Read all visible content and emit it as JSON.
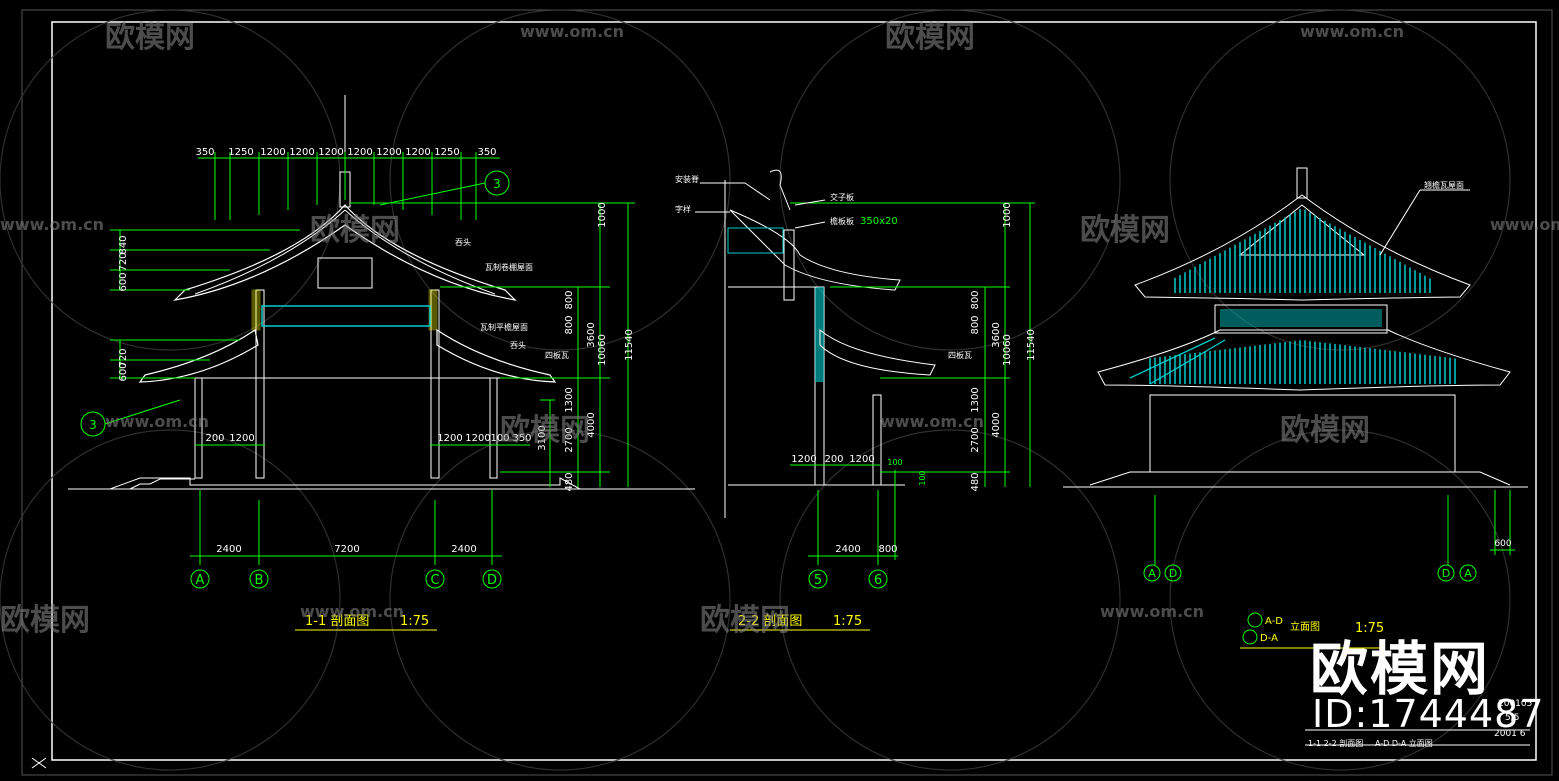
{
  "drawing": {
    "section1": {
      "title": "1-1 剖面图",
      "scale": "1:75",
      "top_dims": [
        "350",
        "1250",
        "1200",
        "1200",
        "1200",
        "1200",
        "1200",
        "1200",
        "1250",
        "350"
      ],
      "left_dims": [
        "840",
        "720",
        "600",
        "720",
        "600"
      ],
      "right_dims_inner": [
        "800",
        "800",
        "1300",
        "2700",
        "480"
      ],
      "right_dims_mid": [
        "3600",
        "4000"
      ],
      "right_dims_outer": [
        "1000",
        "10060",
        "11540"
      ],
      "mid_dims": [
        "3100"
      ],
      "bottom_dims": [
        "2400",
        "7200",
        "2400"
      ],
      "lower_dims_left": [
        "200",
        "1200"
      ],
      "lower_dims_right": [
        "1200",
        "1200",
        "100",
        "350"
      ],
      "axes": [
        "A",
        "B",
        "C",
        "D"
      ],
      "callout": "3",
      "callout_sub": "-",
      "labels": [
        "吞头",
        "瓦制卷棚屋面",
        "瓦制平檐屋面",
        "吞头",
        "四板瓦"
      ]
    },
    "section2": {
      "title": "2-2 剖面图",
      "scale": "1:75",
      "left_labels": [
        "安装脊",
        "字样"
      ],
      "labels": [
        "交子板",
        "檐板板",
        "350x20",
        "四板瓦"
      ],
      "right_dims_inner": [
        "800",
        "800",
        "1300",
        "2700",
        "480"
      ],
      "right_dims_mid": [
        "3600",
        "4000"
      ],
      "right_dims_outer": [
        "1000",
        "10060",
        "11540"
      ],
      "lower_dims": [
        "1200",
        "200",
        "1200"
      ],
      "small_dims": [
        "100",
        "100"
      ],
      "bottom_dims": [
        "2400",
        "800"
      ],
      "axes": [
        "5",
        "6"
      ]
    },
    "elevation": {
      "title_lines": [
        "A-D",
        "D-A"
      ],
      "title_suffix": "立面图",
      "scale": "1:75",
      "roof_label": "翘檐瓦屋面",
      "axes_left": [
        "A",
        "D"
      ],
      "axes_right": [
        "D",
        "A"
      ],
      "dim": "600"
    },
    "title_block": {
      "lines": [
        "200105",
        "5/5",
        "2001 6"
      ],
      "legend1": "1-1 2-2 剖面图",
      "legend2": "A-D D-A 立面图"
    },
    "watermark": {
      "brand": "欧模网",
      "url": "www.om.cn",
      "id": "ID:1744487"
    },
    "colors": {
      "line_white": "#ffffff",
      "dim_green": "#00ff00",
      "cyan": "#00cccc",
      "yellow": "#ffff00",
      "bg": "#000000"
    }
  }
}
